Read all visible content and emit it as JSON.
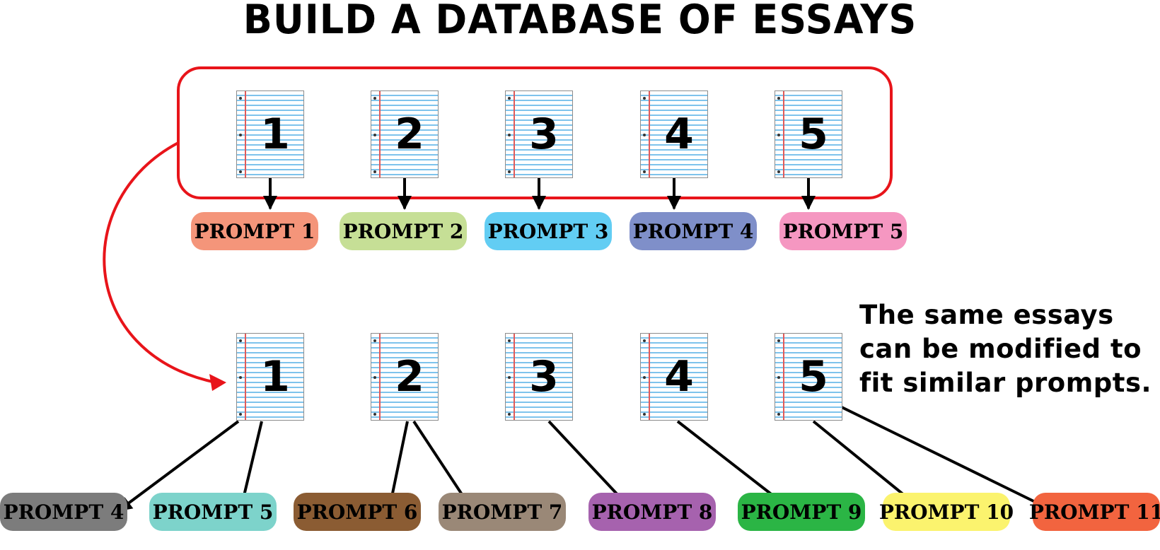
{
  "title": "BUILD A DATABASE OF ESSAYS",
  "note": "The same essays can be modified to fit similar prompts.",
  "colors": {
    "group_box": "#e8141a",
    "reuse_arrow": "#e8141a",
    "arrow": "#000000",
    "page_lines": "#7ec3ec",
    "page_margin": "#e05a5a"
  },
  "top_essays": [
    {
      "number": "1",
      "prompt": "PROMPT 1",
      "color": "#f4957a"
    },
    {
      "number": "2",
      "prompt": "PROMPT 2",
      "color": "#c6df96"
    },
    {
      "number": "3",
      "prompt": "PROMPT 3",
      "color": "#62cdf3"
    },
    {
      "number": "4",
      "prompt": "PROMPT 4",
      "color": "#7f8fc9"
    },
    {
      "number": "5",
      "prompt": "PROMPT 5",
      "color": "#f597c1"
    }
  ],
  "bottom_essays": [
    {
      "number": "1"
    },
    {
      "number": "2"
    },
    {
      "number": "3"
    },
    {
      "number": "4"
    },
    {
      "number": "5"
    }
  ],
  "bottom_prompts": [
    {
      "label": "PROMPT 4",
      "color": "#7c7c7c",
      "from_essay": "1"
    },
    {
      "label": "PROMPT 5",
      "color": "#7dd3cb",
      "from_essay": "1"
    },
    {
      "label": "PROMPT 6",
      "color": "#8b5c33",
      "from_essay": "2"
    },
    {
      "label": "PROMPT 7",
      "color": "#9a8877",
      "from_essay": "2"
    },
    {
      "label": "PROMPT 8",
      "color": "#a662ae",
      "from_essay": "3"
    },
    {
      "label": "PROMPT 9",
      "color": "#2bb545",
      "from_essay": "4"
    },
    {
      "label": "PROMPT 10",
      "color": "#fbf36e",
      "from_essay": "5"
    },
    {
      "label": "PROMPT 11",
      "color": "#f2643f",
      "from_essay": "5"
    }
  ]
}
